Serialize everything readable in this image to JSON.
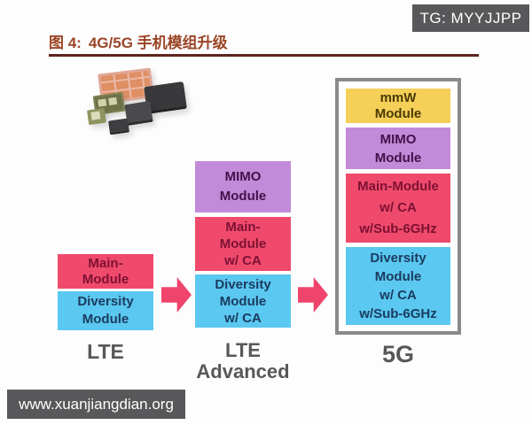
{
  "header": {
    "badge": "TG: MYYJJPP",
    "figure_label": "图 4:",
    "figure_title": "4G/5G 手机模组升级"
  },
  "footer": {
    "watermark": "www.xuanjiangdian.org"
  },
  "icons": {
    "arrow_1": "block-arrow-right",
    "arrow_2": "block-arrow-right",
    "chip_photo": "rf-front-end-module-chips-photo"
  },
  "colors": {
    "main_module": "#EF4A6C",
    "diversity_module": "#5AC8F0",
    "mimo_module": "#C28BD9",
    "mmw_module": "#F6CF58",
    "arrow": "#EF456C",
    "box_border": "#8A8A8A",
    "stage_label": "#58585A",
    "title_text": "#9B4527",
    "title_rule": "#5E241E",
    "badge_bg": "#58585A",
    "watermark_bg": "#58585A"
  },
  "diagram": {
    "stages": [
      {
        "label_lines": [
          "LTE"
        ],
        "modules": [
          {
            "kind": "main",
            "lines": [
              "Main-",
              "Module"
            ]
          },
          {
            "kind": "diversity",
            "lines": [
              "Diversity",
              "Module"
            ]
          }
        ]
      },
      {
        "label_lines": [
          "LTE",
          "Advanced"
        ],
        "modules": [
          {
            "kind": "mimo",
            "lines": [
              "MIMO",
              "Module"
            ]
          },
          {
            "kind": "main",
            "lines": [
              "Main-",
              "Module",
              "w/ CA"
            ]
          },
          {
            "kind": "diversity",
            "lines": [
              "Diversity",
              "Module",
              "w/ CA"
            ]
          }
        ]
      },
      {
        "label_lines": [
          "5G"
        ],
        "modules": [
          {
            "kind": "mmw",
            "lines": [
              "mmW",
              "Module"
            ]
          },
          {
            "kind": "mimo",
            "lines": [
              "MIMO",
              "Module"
            ]
          },
          {
            "kind": "main",
            "lines": [
              "Main-Module",
              "w/ CA",
              "w/Sub-6GHz"
            ]
          },
          {
            "kind": "diversity",
            "lines": [
              "Diversity",
              "Module",
              "w/ CA",
              "w/Sub-6GHz"
            ]
          }
        ]
      }
    ]
  }
}
